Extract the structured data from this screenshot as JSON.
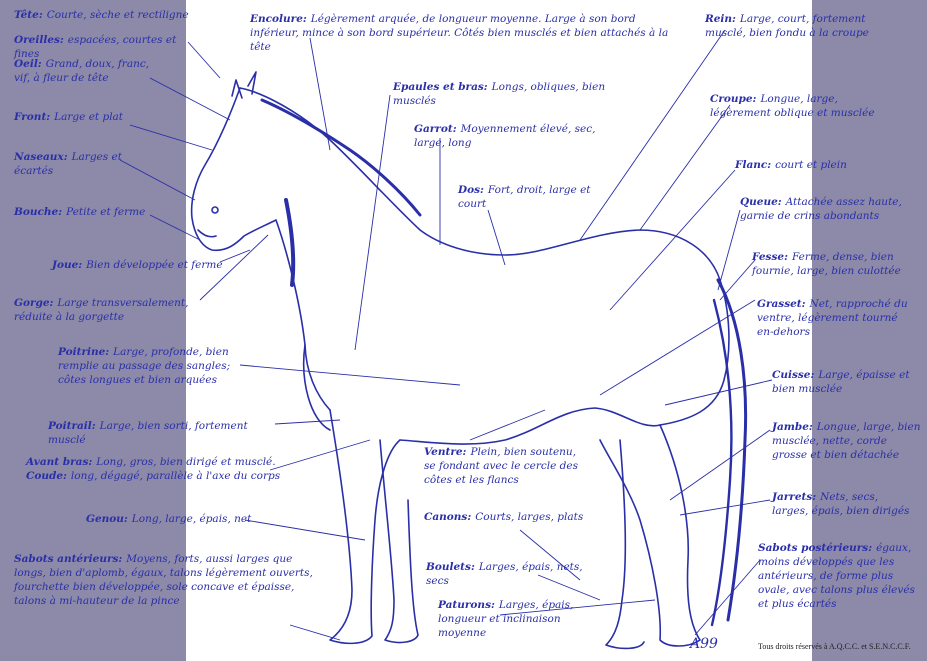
{
  "labels": [
    {
      "term": "Tête:",
      "desc": "Courte, sèche et rectiligne"
    },
    {
      "term": "Oreilles:",
      "desc": "espacées, courtes et fines"
    },
    {
      "term": "Oeil:",
      "desc": "Grand, doux, franc, vif, à fleur de tête"
    },
    {
      "term": "Front:",
      "desc": "Large et plat"
    },
    {
      "term": "Naseaux:",
      "desc": "Larges et écartés"
    },
    {
      "term": "Bouche:",
      "desc": "Petite et ferme"
    },
    {
      "term": "Joue:",
      "desc": "Bien développée et ferme"
    },
    {
      "term": "Gorge:",
      "desc": "Large transversalement, réduite à la gorgette"
    },
    {
      "term": "Poitrine:",
      "desc": "Large, profonde, bien remplie au passage des sangles; côtes longues et bien arquées"
    },
    {
      "term": "Poitrail:",
      "desc": "Large, bien sorti, fortement musclé"
    },
    {
      "term": "Avant bras:",
      "desc": "Long, gros, bien dirigé et musclé."
    },
    {
      "term": "Coude:",
      "desc": "long, dégagé, parallèle à l'axe du corps"
    },
    {
      "term": "Genou:",
      "desc": "Long, large, épais, net"
    },
    {
      "term": "Sabots antérieurs:",
      "desc": "Moyens, forts, aussi larges que longs, bien d'aplomb, égaux, talons légèrement ouverts, fourchette bien développée, sole concave et épaisse, talons à mi-hauteur de la pince"
    },
    {
      "term": "Encolure:",
      "desc": "Légèrement arquée, de longueur moyenne. Large à son bord inférieur, mince à son bord supérieur. Côtés bien musclés et bien attachés à la tête"
    },
    {
      "term": "Epaules et bras:",
      "desc": "Longs, obliques, bien musclés"
    },
    {
      "term": "Garrot:",
      "desc": "Moyennement élevé, sec, large, long"
    },
    {
      "term": "Dos:",
      "desc": "Fort, droit, large et court"
    },
    {
      "term": "Ventre:",
      "desc": "Plein, bien soutenu, se fondant avec le cercle des côtes et les flancs"
    },
    {
      "term": "Canons:",
      "desc": "Courts, larges, plats"
    },
    {
      "term": "Boulets:",
      "desc": "Larges, épais, nets, secs"
    },
    {
      "term": "Paturons:",
      "desc": "Larges, épais, longueur et inclinaison moyenne"
    },
    {
      "term": "Rein:",
      "desc": "Large, court, fortement musclé, bien fondu à la croupe"
    },
    {
      "term": "Croupe:",
      "desc": "Longue, large, légèrement oblique et musclée"
    },
    {
      "term": "Flanc:",
      "desc": "court et plein"
    },
    {
      "term": "Queue:",
      "desc": "Attachée assez haute, garnie de crins abondants"
    },
    {
      "term": "Fesse:",
      "desc": "Ferme, dense, bien fournie, large, bien culottée"
    },
    {
      "term": "Grasset:",
      "desc": "Net, rapproché du ventre, légèrement tourné en-dehors"
    },
    {
      "term": "Cuisse:",
      "desc": "Large, épaisse et bien musclée"
    },
    {
      "term": "Jambe:",
      "desc": "Longue, large, bien musclée, nette, corde grosse et bien détachée"
    },
    {
      "term": "Jarrets:",
      "desc": "Nets, secs, larges, épais, bien dirigés"
    },
    {
      "term": "Sabots postérieurs:",
      "desc": "égaux, moins développés que les antérieurs, de forme plus ovale, avec talons plus élevés et plus écartés"
    }
  ],
  "signature": "A99",
  "copyright": "Tous droits réservés à A.Q.C.C. et S.E.N.C.C.F."
}
